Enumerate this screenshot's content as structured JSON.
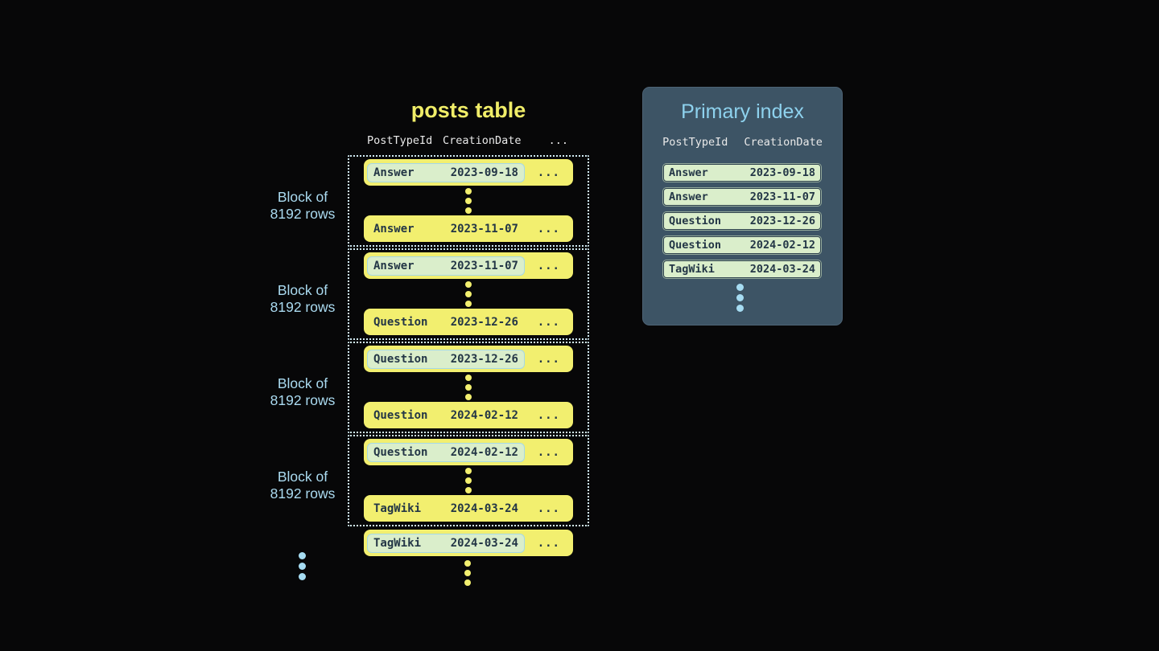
{
  "posts_table": {
    "title": "posts table",
    "columns": [
      "PostTypeId",
      "CreationDate"
    ],
    "ellipsis": "...",
    "blocks": [
      {
        "label_line1": "Block of",
        "label_line2": "8192 rows",
        "first": {
          "type": "Answer",
          "date": "2023-09-18"
        },
        "last": {
          "type": "Answer",
          "date": "2023-11-07"
        }
      },
      {
        "label_line1": "Block of",
        "label_line2": "8192 rows",
        "first": {
          "type": "Answer",
          "date": "2023-11-07"
        },
        "last": {
          "type": "Question",
          "date": "2023-12-26"
        }
      },
      {
        "label_line1": "Block of",
        "label_line2": "8192 rows",
        "first": {
          "type": "Question",
          "date": "2023-12-26"
        },
        "last": {
          "type": "Question",
          "date": "2024-02-12"
        }
      },
      {
        "label_line1": "Block of",
        "label_line2": "8192 rows",
        "first": {
          "type": "Question",
          "date": "2024-02-12"
        },
        "last": {
          "type": "TagWiki",
          "date": "2024-03-24"
        }
      }
    ],
    "overflow_row": {
      "type": "TagWiki",
      "date": "2024-03-24"
    }
  },
  "primary_index": {
    "title": "Primary index",
    "columns": [
      "PostTypeId",
      "CreationDate"
    ],
    "rows": [
      {
        "type": "Answer",
        "date": "2023-09-18"
      },
      {
        "type": "Answer",
        "date": "2023-11-07"
      },
      {
        "type": "Question",
        "date": "2023-12-26"
      },
      {
        "type": "Question",
        "date": "2024-02-12"
      },
      {
        "type": "TagWiki",
        "date": "2024-03-24"
      }
    ]
  },
  "colors": {
    "bg": "#070708",
    "yellow": "#f2ef6f",
    "title-yellow": "#f0ed68",
    "pale-green": "#daeecb",
    "cyan-border": "#a5d8e6",
    "ink": "#233646",
    "panel": "#3d5465",
    "panel-border": "#4d6375",
    "irow-border": "#2e424d",
    "dotted": "#d2ebf4",
    "label-blue": "#aadaf0",
    "dot-blue": "#a6dcf2",
    "index-title-blue": "#8ed2ee",
    "header-text": "#e9e9e9"
  }
}
